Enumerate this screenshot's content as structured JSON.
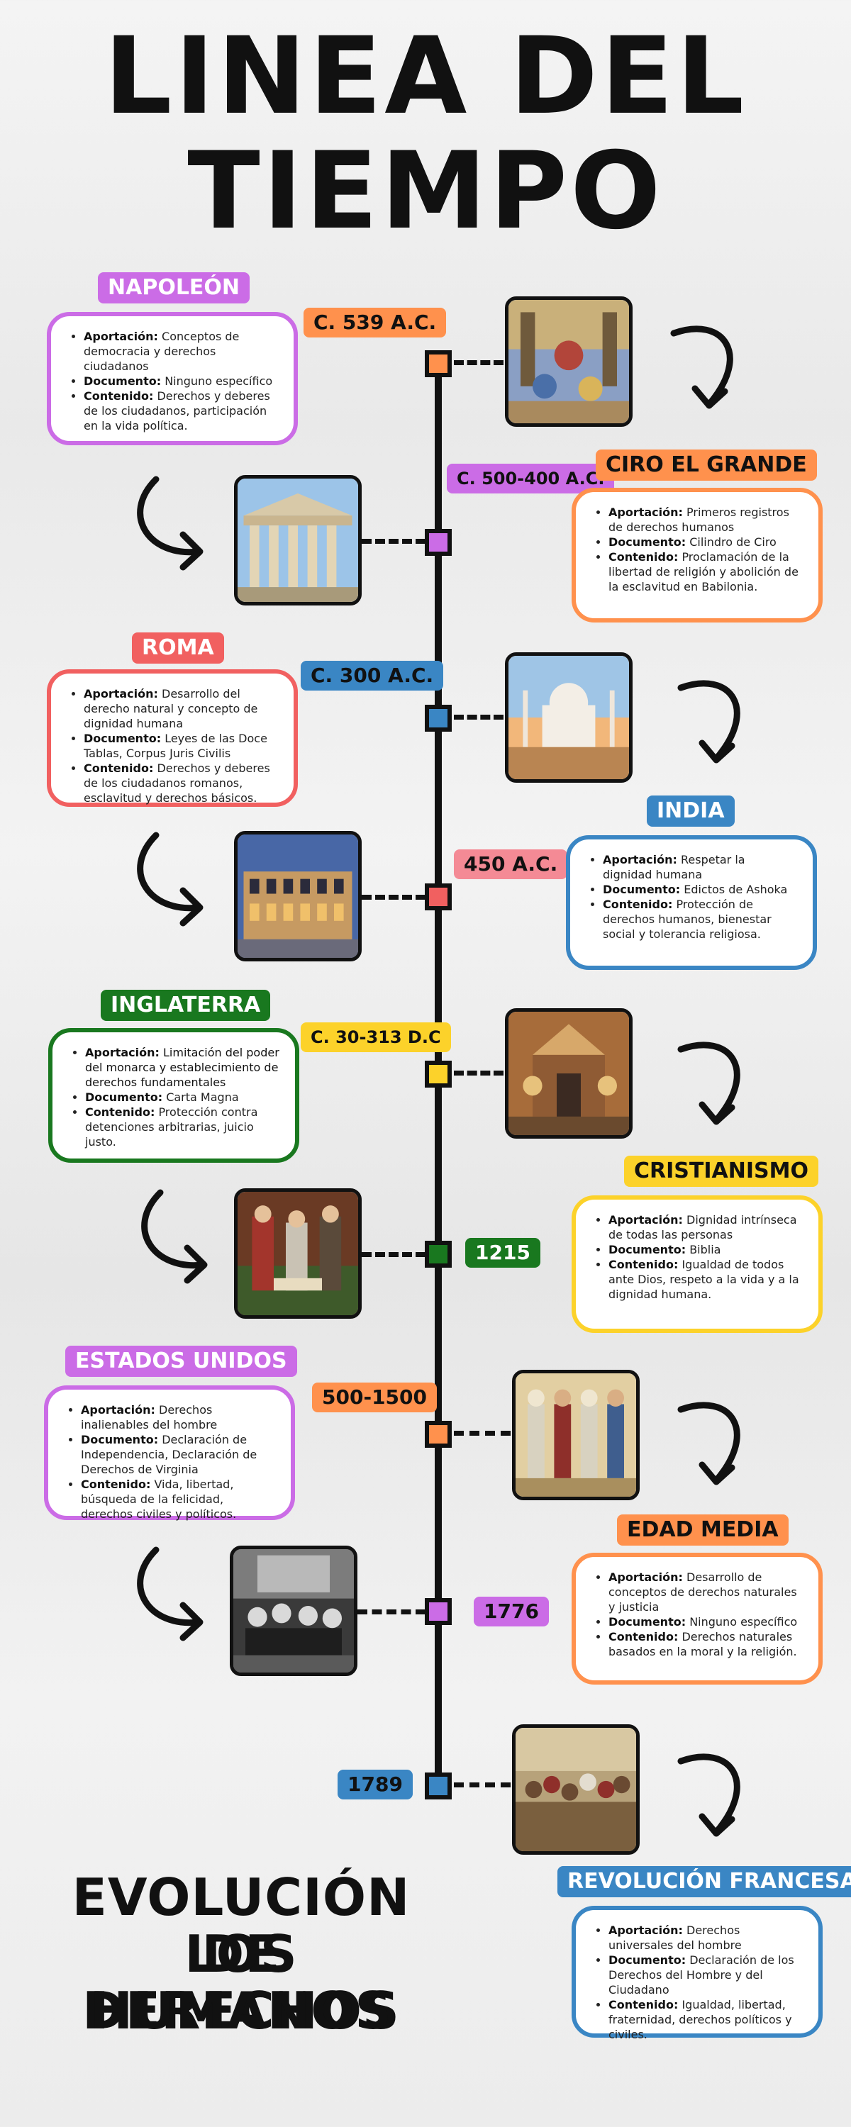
{
  "title": {
    "line1": "LINEA DEL",
    "line2": "TIEMPO"
  },
  "subtitle": {
    "line1": "EVOLUCIÓN DE",
    "line2": "LOS DERECHOS",
    "line3": "HUMANOS"
  },
  "colors": {
    "orange": "#ff914d",
    "purple": "#cb6ce6",
    "blue": "#3a86c4",
    "red": "#f16060",
    "yellow": "#fcd22a",
    "green": "#19781f"
  },
  "labels_common": {
    "aportacion": "Aportación:",
    "documento": "Documento:",
    "contenido": "Contenido:"
  },
  "entries": [
    {
      "name": "NAPOLEÓN",
      "date": "C. 539 A.C.",
      "aportacion": "Conceptos de democracia y derechos ciudadanos",
      "documento": "Ninguno específico",
      "contenido": "Derechos y deberes de los ciudadanos, participación en la vida política.",
      "image_icon": "persian-court-painting-icon"
    },
    {
      "name": "CIRO EL GRANDE",
      "date": "C. 500-400 A.C.",
      "aportacion": "Primeros registros de derechos humanos",
      "documento": "Cilindro de Ciro",
      "contenido": "Proclamación de la libertad de religión y abolición de la esclavitud en Babilonia.",
      "image_icon": "parthenon-icon"
    },
    {
      "name": "ROMA",
      "date": "C. 300 A.C.",
      "aportacion": "Desarrollo del derecho natural y concepto de dignidad humana",
      "documento": "Leyes de las Doce Tablas, Corpus Juris Civilis",
      "contenido": "Derechos y deberes de los ciudadanos romanos, esclavitud y derechos básicos.",
      "image_icon": "taj-mahal-icon"
    },
    {
      "name": "INDIA",
      "date": "450 A.C.",
      "aportacion": "Respetar la dignidad humana",
      "documento": "Edictos de Ashoka",
      "contenido": "Protección de derechos humanos, bienestar social y tolerancia religiosa.",
      "image_icon": "colosseum-icon"
    },
    {
      "name": "INGLATERRA",
      "date": "C. 30-313 D.C",
      "aportacion": "Limitación del poder del monarca y establecimiento de derechos fundamentales",
      "documento": "Carta Magna",
      "contenido": "Protección contra detenciones arbitrarias, juicio justo.",
      "image_icon": "religious-fresco-icon"
    },
    {
      "name": "CRISTIANISMO",
      "date": "1215",
      "aportacion": "Dignidad intrínseca de todas las personas",
      "documento": "Biblia",
      "contenido": "Igualdad de todos ante Dios, respeto a la vida y a la dignidad humana.",
      "image_icon": "magna-carta-signing-icon"
    },
    {
      "name": "ESTADOS UNIDOS",
      "date": "500-1500",
      "aportacion": "Derechos inalienables del hombre",
      "documento": "Declaración de Independencia, Declaración de Derechos de Virginia",
      "contenido": "Vida, libertad, búsqueda de la felicidad, derechos civiles y políticos.",
      "image_icon": "medieval-dance-of-death-icon"
    },
    {
      "name": "EDAD MEDIA",
      "date": "1776",
      "aportacion": "Desarrollo de conceptos de derechos naturales y justicia",
      "documento": "Ninguno específico",
      "contenido": "Derechos naturales basados en la moral y la religión.",
      "image_icon": "declaration-signing-icon"
    },
    {
      "name": "REVOLUCIÓN FRANCESA",
      "date": "1789",
      "aportacion": "Derechos universales del hombre",
      "documento": "Declaración de los Derechos del Hombre y del Ciudadano",
      "contenido": "Igualdad, libertad, fraternidad, derechos políticos y civiles.",
      "image_icon": "french-revolution-crowd-icon"
    }
  ]
}
